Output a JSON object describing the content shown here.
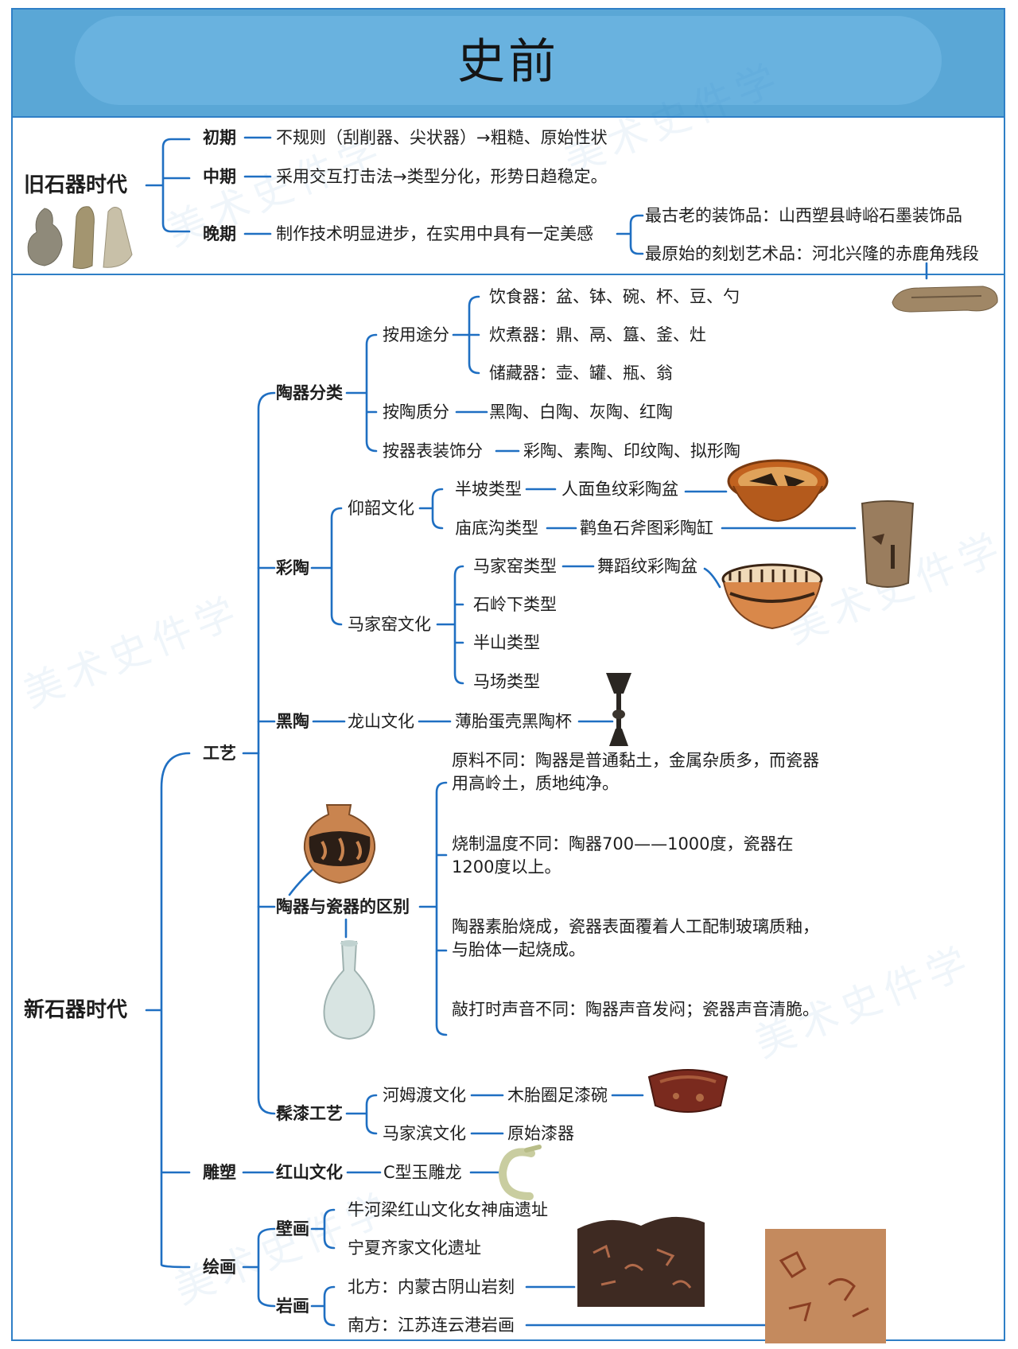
{
  "title": "史前",
  "watermark": "美术史件学",
  "paleolithic": {
    "label": "旧石器时代",
    "early": {
      "label": "初期",
      "text": "不规则（刮削器、尖状器）→粗糙、原始性状"
    },
    "middle": {
      "label": "中期",
      "text": "采用交互打击法→类型分化，形势日趋稳定。"
    },
    "late": {
      "label": "晚期",
      "text": "制作技术明显进步，在实用中具有一定美感",
      "items": [
        "最古老的装饰品：山西塑县峙峪石墨装饰品",
        "最原始的刻划艺术品：河北兴隆的赤鹿角残段"
      ]
    }
  },
  "neolithic": {
    "label": "新石器时代",
    "craft": {
      "label": "工艺",
      "pottery_class": {
        "label": "陶器分类",
        "by_use": {
          "label": "按用途分",
          "items": [
            "饮食器：盆、钵、碗、杯、豆、勺",
            "炊煮器：鼎、鬲、簋、釜、灶",
            "储藏器：壶、罐、瓶、翁"
          ]
        },
        "by_material": {
          "label": "按陶质分",
          "text": "黑陶、白陶、灰陶、红陶"
        },
        "by_decoration": {
          "label": "按器表装饰分",
          "text": "彩陶、素陶、印纹陶、拟形陶"
        }
      },
      "painted": {
        "label": "彩陶",
        "yangshao": {
          "label": "仰韶文化",
          "types": [
            {
              "label": "半坡类型",
              "work": "人面鱼纹彩陶盆"
            },
            {
              "label": "庙底沟类型",
              "work": "鹳鱼石斧图彩陶缸"
            }
          ]
        },
        "majiayao": {
          "label": "马家窑文化",
          "types": [
            {
              "label": "马家窑类型",
              "work": "舞蹈纹彩陶盆"
            },
            {
              "label": "石岭下类型"
            },
            {
              "label": "半山类型"
            },
            {
              "label": "马场类型"
            }
          ]
        }
      },
      "black": {
        "label": "黑陶",
        "culture": "龙山文化",
        "work": "薄胎蛋壳黑陶杯"
      },
      "difference": {
        "label": "陶器与瓷器的区别",
        "items": [
          "原料不同：陶器是普通黏土，金属杂质多，而瓷器用高岭土，质地纯净。",
          "烧制温度不同：陶器700——1000度，瓷器在1200度以上。",
          "陶器素胎烧成，瓷器表面覆着人工配制玻璃质釉，与胎体一起烧成。",
          "敲打时声音不同：陶器声音发闷；瓷器声音清脆。"
        ]
      },
      "lacquer": {
        "label": "髹漆工艺",
        "items": [
          {
            "culture": "河姆渡文化",
            "work": "木胎圈足漆碗"
          },
          {
            "culture": "马家滨文化",
            "work": "原始漆器"
          }
        ]
      }
    },
    "sculpture": {
      "label": "雕塑",
      "culture": "红山文化",
      "work": "C型玉雕龙"
    },
    "painting": {
      "label": "绘画",
      "mural": {
        "label": "壁画",
        "items": [
          "牛河梁红山文化女神庙遗址",
          "宁夏齐家文化遗址"
        ]
      },
      "rock": {
        "label": "岩画",
        "items": [
          "北方：内蒙古阴山岩刻",
          "南方：江苏连云港岩画"
        ]
      }
    }
  },
  "colors": {
    "line": "#1f6fc2",
    "header": "#5aa7d6",
    "border": "#2f7fc6"
  }
}
